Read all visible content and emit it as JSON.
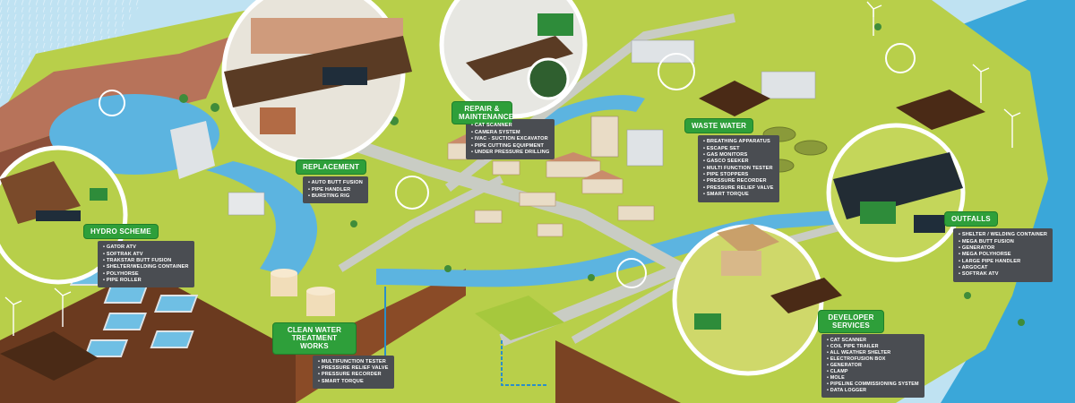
{
  "areas": {
    "hydro": {
      "title": "HYDRO SCHEME",
      "items": [
        "GATOR ATV",
        "SOFTRAK ATV",
        "TRAKSTAR BUTT FUSION",
        "SHELTER/WELDING CONTAINER",
        "POLYHORSE",
        "PIPE ROLLER"
      ]
    },
    "replacement": {
      "title": "REPLACEMENT",
      "items": [
        "AUTO BUTT FUSION",
        "PIPE HANDLER",
        "BURSTING RIG"
      ]
    },
    "repair": {
      "title": "REPAIR & MAINTENANCE",
      "items": [
        "CAT SCANNER",
        "CAMERA SYSTEM",
        "IVAC - SUCTION EXCAVATOR",
        "PIPE CUTTING EQUIPMENT",
        "UNDER PRESSURE DRILLING"
      ]
    },
    "waste": {
      "title": "WASTE WATER",
      "items": [
        "BREATHING APPARATUS",
        "ESCAPE SET",
        "GAS MONITORS",
        "GASCO SEEKER",
        "MULTI FUNCTION TESTER",
        "PIPE STOPPERS",
        "PRESSURE RECORDER",
        "PRESSURE RELIEF VALVE",
        "SMART TORQUE"
      ]
    },
    "outfalls": {
      "title": "OUTFALLS",
      "items": [
        "SHELTER / WELDING CONTAINER",
        "MEGA BUTT FUSION",
        "GENERATOR",
        "MEGA POLYHORSE",
        "LARGE PIPE HANDLER",
        "ARGOCAT",
        "SOFTRAK ATV"
      ]
    },
    "clean": {
      "title": "CLEAN WATER TREATMENT WORKS",
      "items": [
        "MULTIFUNCTION TESTER",
        "PRESSURE RELIEF VALVE",
        "PRESSURE RECORDER",
        "SMART TORQUE"
      ]
    },
    "developer": {
      "title": "DEVELOPER SERVICES",
      "items": [
        "CAT SCANNER",
        "COIL PIPE TRAILER",
        "ALL WEATHER SHELTER",
        "ELECTROFUSION BOX",
        "GENERATOR",
        "CLAMP",
        "MOLE",
        "PIPELINE COMMISSIONING SYSTEM",
        "DATA LOGGER"
      ]
    }
  },
  "colors": {
    "grass": "#b8cf4a",
    "water": "#5cb4e0",
    "sea": "#3aa7d9",
    "road": "#c9ccc4",
    "label_green": "#2e9f3a",
    "list_bg": "#4a4d52"
  }
}
